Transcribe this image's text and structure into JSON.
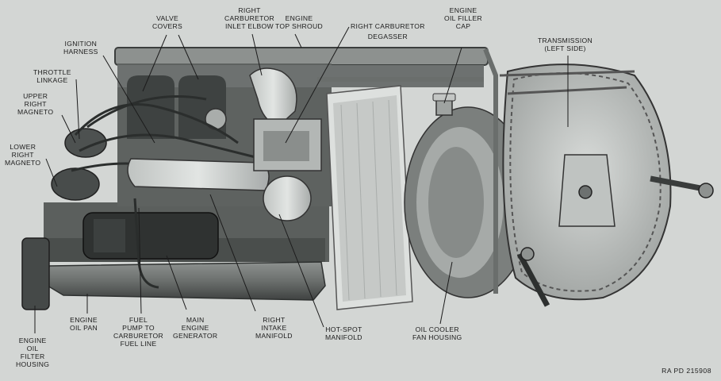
{
  "figure_id": "RA PD 215908",
  "labels": {
    "valve_covers": [
      "VALVE",
      "COVERS"
    ],
    "right_carb_inlet_elbow": [
      "RIGHT",
      "CARBURETOR",
      "INLET ELBOW"
    ],
    "engine_top_shroud": [
      "ENGINE",
      "TOP SHROUD"
    ],
    "right_carb_degasser": [
      "RIGHT CARBURETOR",
      "DEGASSER"
    ],
    "engine_oil_filler_cap": [
      "ENGINE",
      "OIL FILLER",
      "CAP"
    ],
    "transmission": [
      "TRANSMISSION",
      "(LEFT SIDE)"
    ],
    "ignition_harness": [
      "IGNITION",
      "HARNESS"
    ],
    "throttle_linkage": [
      "THROTTLE",
      "LINKAGE"
    ],
    "upper_right_magneto": [
      "UPPER",
      "RIGHT",
      "MAGNETO"
    ],
    "lower_right_magneto": [
      "LOWER",
      "RIGHT",
      "MAGNETO"
    ],
    "engine_oil_filter_housing": [
      "ENGINE",
      "OIL",
      "FILTER",
      "HOUSING"
    ],
    "engine_oil_pan": [
      "ENGINE",
      "OIL PAN"
    ],
    "fuel_pump_line": [
      "FUEL",
      "PUMP TO",
      "CARBURETOR",
      "FUEL LINE"
    ],
    "main_engine_generator": [
      "MAIN",
      "ENGINE",
      "GENERATOR"
    ],
    "right_intake_manifold": [
      "RIGHT",
      "INTAKE",
      "MANIFOLD"
    ],
    "hot_spot_manifold": [
      "HOT-SPOT",
      "MANIFOLD"
    ],
    "oil_cooler_fan_housing": [
      "OIL COOLER",
      "FAN HOUSING"
    ]
  }
}
